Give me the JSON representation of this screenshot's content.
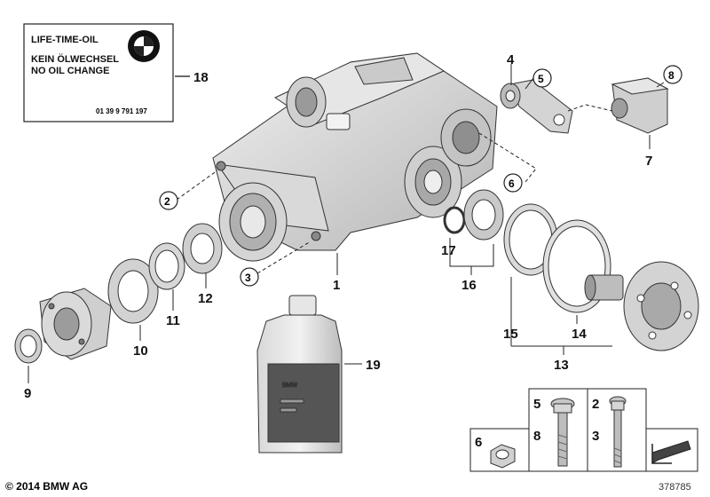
{
  "label_card": {
    "line1": "LIFE-TIME-OIL",
    "line2": "KEIN ÖLWECHSEL",
    "line3": "NO OIL CHANGE",
    "part_number": "01 39 9 791 197",
    "logo_text": "BMW"
  },
  "callouts": {
    "c1": "1",
    "c2": "2",
    "c3": "3",
    "c4": "4",
    "c5": "5",
    "c6": "6",
    "c7": "7",
    "c8": "8",
    "c9": "9",
    "c10": "10",
    "c11": "11",
    "c12": "12",
    "c13": "13",
    "c14": "14",
    "c15": "15",
    "c16": "16",
    "c17": "17",
    "c18": "18",
    "c19": "19"
  },
  "hardware_box": {
    "b5": "5",
    "b8": "8",
    "b2": "2",
    "b3": "3",
    "b6": "6"
  },
  "bottle": {
    "brand": "BMW"
  },
  "footer": {
    "copyright": "© 2014 BMW AG",
    "diagram_id": "378785"
  }
}
